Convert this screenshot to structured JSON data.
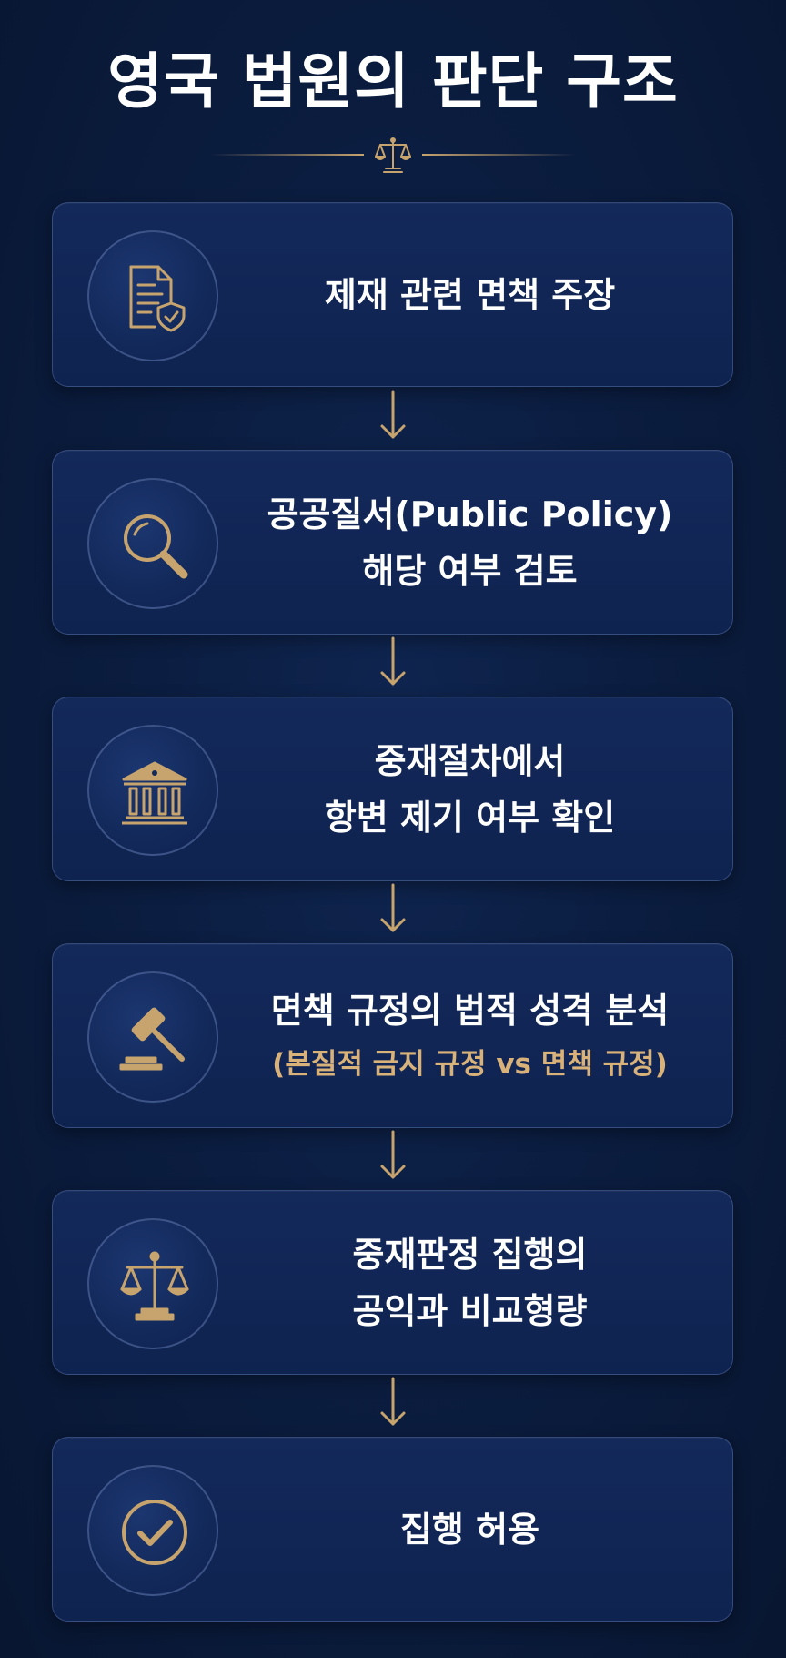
{
  "title": "영국 법원의 판단 구조",
  "colors": {
    "background": "#0b1d40",
    "card": "#13295a",
    "accent_gold": "#c7a46e",
    "subtext_gold": "#d9b27a",
    "text": "#ffffff"
  },
  "divider_icon": "scales-icon",
  "steps": [
    {
      "icon": "document-shield-icon",
      "line1": "제재 관련 면책 주장",
      "line2": "",
      "sub": ""
    },
    {
      "icon": "magnifier-icon",
      "line1": "공공질서(Public Policy)",
      "line2": "해당 여부 검토",
      "sub": ""
    },
    {
      "icon": "courthouse-icon",
      "line1": "중재절차에서",
      "line2": "항변 제기 여부 확인",
      "sub": ""
    },
    {
      "icon": "gavel-icon",
      "line1": "면책 규정의 법적 성격 분석",
      "line2": "",
      "sub": "(본질적 금지 규정 vs 면책 규정)"
    },
    {
      "icon": "scales-icon",
      "line1": "중재판정 집행의",
      "line2": "공익과 비교형량",
      "sub": ""
    },
    {
      "icon": "checkmark-circle-icon",
      "line1": "집행 허용",
      "line2": "",
      "sub": ""
    }
  ],
  "connector_icon": "arrow-down-icon"
}
